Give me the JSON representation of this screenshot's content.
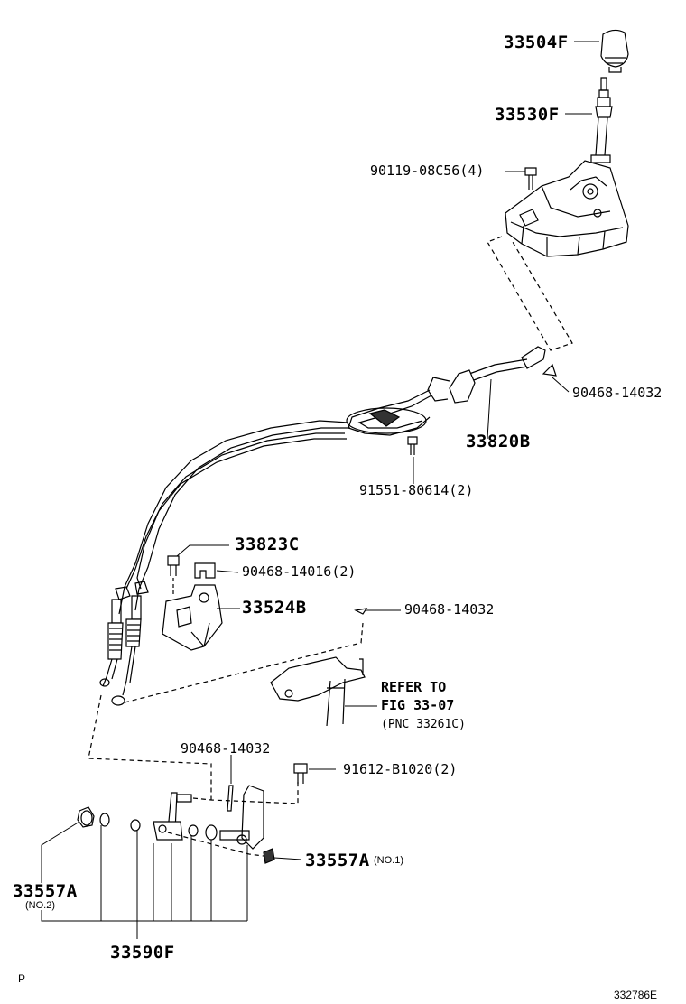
{
  "parts": {
    "p33504F": "33504F",
    "p33530F": "33530F",
    "p90119": "90119-08C56(4)",
    "p90468_a": "90468-14032",
    "p33820B": "33820B",
    "p91551": "91551-80614(2)",
    "p33823C": "33823C",
    "p90468_14016": "90468-14016(2)",
    "p33524B": "33524B",
    "p90468_b": "90468-14032",
    "p90468_c": "90468-14032",
    "p91612": "91612-B1020(2)",
    "p33557A_no1": "33557A",
    "no1": "(NO.1)",
    "p33557A_no2": "33557A",
    "no2": "(NO.2)",
    "p33590F": "33590F"
  },
  "refer": {
    "line1": "REFER TO",
    "line2": "FIG 33-07",
    "line3": "(PNC 33261C)"
  },
  "corner": {
    "left": "P",
    "right": "332786E"
  }
}
